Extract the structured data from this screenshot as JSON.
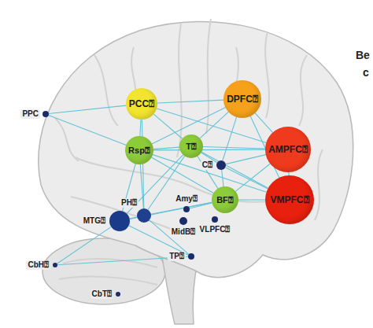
{
  "diagram": {
    "nodes": [
      {
        "text": [
          "PCC⍰"
        ]
      },
      {
        "text": [
          "DPFC⍰"
        ]
      },
      {
        "text": [
          "PPC"
        ]
      },
      {
        "text": [
          "AMPFC⍰"
        ]
      },
      {
        "text": [
          "Rsp⍰"
        ]
      },
      {
        "text": [
          "T⍰"
        ]
      },
      {
        "text": [
          "C⍰"
        ]
      },
      {
        "text": [
          "VMPFC⍰"
        ]
      },
      {
        "text": [
          "BF⍰"
        ]
      },
      {
        "text": [
          "Amy⍰"
        ]
      },
      {
        "text": [
          "PH⍰"
        ]
      },
      {
        "text": [
          "MTG⍰"
        ]
      },
      {
        "text": [
          "MidB⍰"
        ]
      },
      {
        "text": [
          "VLPFC⍰"
        ]
      },
      {
        "text": [
          "TP⍰"
        ]
      },
      {
        "text": [
          "CbH⍰"
        ]
      },
      {
        "text": [
          "CbT⍰"
        ]
      }
    ],
    "edges": [
      {
        "from": 2,
        "to": 0,
        "arrow": "none"
      },
      {
        "from": 2,
        "to": 4,
        "arrow": "none"
      },
      {
        "from": 0,
        "to": 1,
        "arrow": "none"
      },
      {
        "from": 0,
        "to": 4,
        "arrow": "none"
      },
      {
        "from": 0,
        "to": 5,
        "arrow": "none"
      },
      {
        "from": 0,
        "to": 10,
        "arrow": "none"
      },
      {
        "from": 0,
        "to": 3,
        "arrow": "none"
      },
      {
        "from": 1,
        "to": 3,
        "arrow": "none"
      },
      {
        "from": 1,
        "to": 7,
        "arrow": "none"
      },
      {
        "from": 1,
        "to": 5,
        "arrow": "none"
      },
      {
        "from": 1,
        "to": 4,
        "arrow": "none"
      },
      {
        "from": 1,
        "to": 6,
        "arrow": "none"
      },
      {
        "from": 3,
        "to": 7,
        "arrow": "none"
      },
      {
        "from": 3,
        "to": 5,
        "arrow": "none"
      },
      {
        "from": 3,
        "to": 6,
        "arrow": "none"
      },
      {
        "from": 3,
        "to": 8,
        "arrow": "none"
      },
      {
        "from": 3,
        "to": 4,
        "arrow": "none"
      },
      {
        "from": 7,
        "to": 8,
        "arrow": "none"
      },
      {
        "from": 7,
        "to": 5,
        "arrow": "none"
      },
      {
        "from": 7,
        "to": 6,
        "arrow": "none"
      },
      {
        "from": 7,
        "to": 4,
        "arrow": "none"
      },
      {
        "from": 4,
        "to": 5,
        "arrow": "none"
      },
      {
        "from": 4,
        "to": 10,
        "arrow": "none"
      },
      {
        "from": 4,
        "to": 11,
        "arrow": "none"
      },
      {
        "from": 4,
        "to": 8,
        "arrow": "none"
      },
      {
        "from": 5,
        "to": 8,
        "arrow": "none"
      },
      {
        "from": 5,
        "to": 10,
        "arrow": "none"
      },
      {
        "from": 5,
        "to": 6,
        "arrow": "none"
      },
      {
        "from": 5,
        "to": 11,
        "arrow": "none"
      },
      {
        "from": 6,
        "to": 8,
        "arrow": "none"
      },
      {
        "from": 8,
        "to": 10,
        "arrow": "none"
      },
      {
        "from": 8,
        "to": 9,
        "arrow": "none"
      },
      {
        "from": 8,
        "to": 11,
        "arrow": "none"
      },
      {
        "from": 10,
        "to": 11,
        "arrow": "none"
      },
      {
        "from": 10,
        "to": 14,
        "arrow": "none"
      },
      {
        "from": 11,
        "to": 14,
        "arrow": "none"
      },
      {
        "from": 11,
        "to": 15,
        "arrow": "none"
      },
      {
        "from": 15,
        "to": 14,
        "arrow": "none"
      }
    ],
    "labels": [
      "Be",
      "c"
    ]
  }
}
